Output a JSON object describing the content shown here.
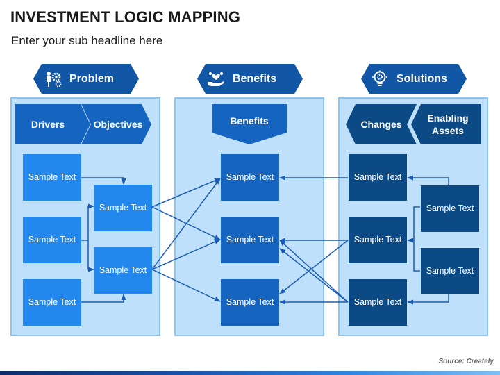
{
  "title": "INVESTMENT LOGIC MAPPING",
  "subtitle": "Enter your sub headline here",
  "headers": {
    "problem": "Problem",
    "benefits": "Benefits",
    "solutions": "Solutions"
  },
  "tabs": {
    "drivers": "Drivers",
    "objectives": "Objectives",
    "benefits": "Benefits",
    "changes": "Changes",
    "enabling_assets": "Enabling Assets"
  },
  "boxes": {
    "driver_1": "Sample Text",
    "driver_2": "Sample Text",
    "driver_3": "Sample Text",
    "objective_1": "Sample Text",
    "objective_2": "Sample Text",
    "benefit_1": "Sample Text",
    "benefit_2": "Sample Text",
    "benefit_3": "Sample Text",
    "change_1": "Sample Text",
    "change_2": "Sample Text",
    "change_3": "Sample Text",
    "asset_1": "Sample Text",
    "asset_2": "Sample Text"
  },
  "source": "Source: Creately",
  "icons": {
    "problem": "gears-person-icon",
    "benefits": "hand-heart-icon",
    "solutions": "lightbulb-gear-icon"
  },
  "colors": {
    "header": "#1256a6",
    "panel_fill": "#bfe0fb",
    "panel_border": "#8cc3ef",
    "box_light": "#2388ee",
    "box_medium": "#1564c0",
    "box_dark": "#0c4a86",
    "connector": "#1a5cb5"
  }
}
